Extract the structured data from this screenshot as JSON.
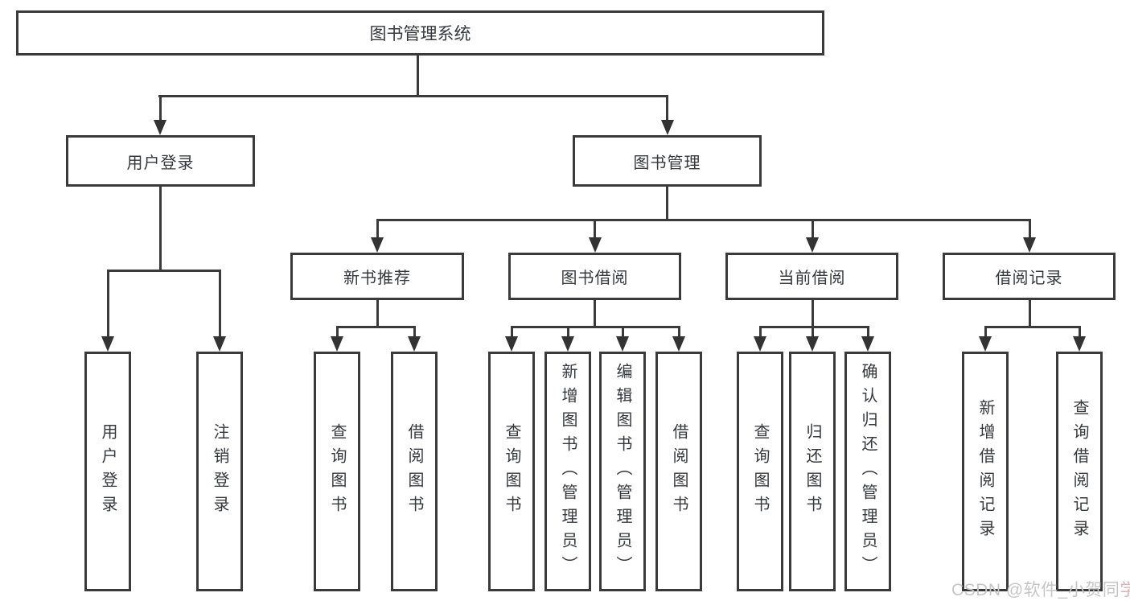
{
  "root": {
    "label": "图书管理系统"
  },
  "branches": {
    "user": {
      "label": "用户登录",
      "leaves": [
        "用户登录",
        "注销登录"
      ]
    },
    "book": {
      "label": "图书管理"
    }
  },
  "book_sections": {
    "recommend": {
      "label": "新书推荐",
      "leaves": [
        "查询图书",
        "借阅图书"
      ]
    },
    "borrow": {
      "label": "图书借阅",
      "leaves": [
        "查询图书",
        "新增图书（管理员）",
        "编辑图书（管理员）",
        "借阅图书"
      ]
    },
    "current": {
      "label": "当前借阅",
      "leaves": [
        "查询图书",
        "归还图书",
        "确认归还（管理员）"
      ]
    },
    "records": {
      "label": "借阅记录",
      "leaves": [
        "新增借阅记录",
        "查询借阅记录"
      ]
    }
  },
  "watermark": {
    "main": "CSDN @软件_小贺同",
    "accent": "学"
  },
  "colors": {
    "line": "#3a3a3a",
    "text": "#35383c",
    "watermark": "#c6c6c6",
    "watermark_accent": "#d9b4b4"
  }
}
